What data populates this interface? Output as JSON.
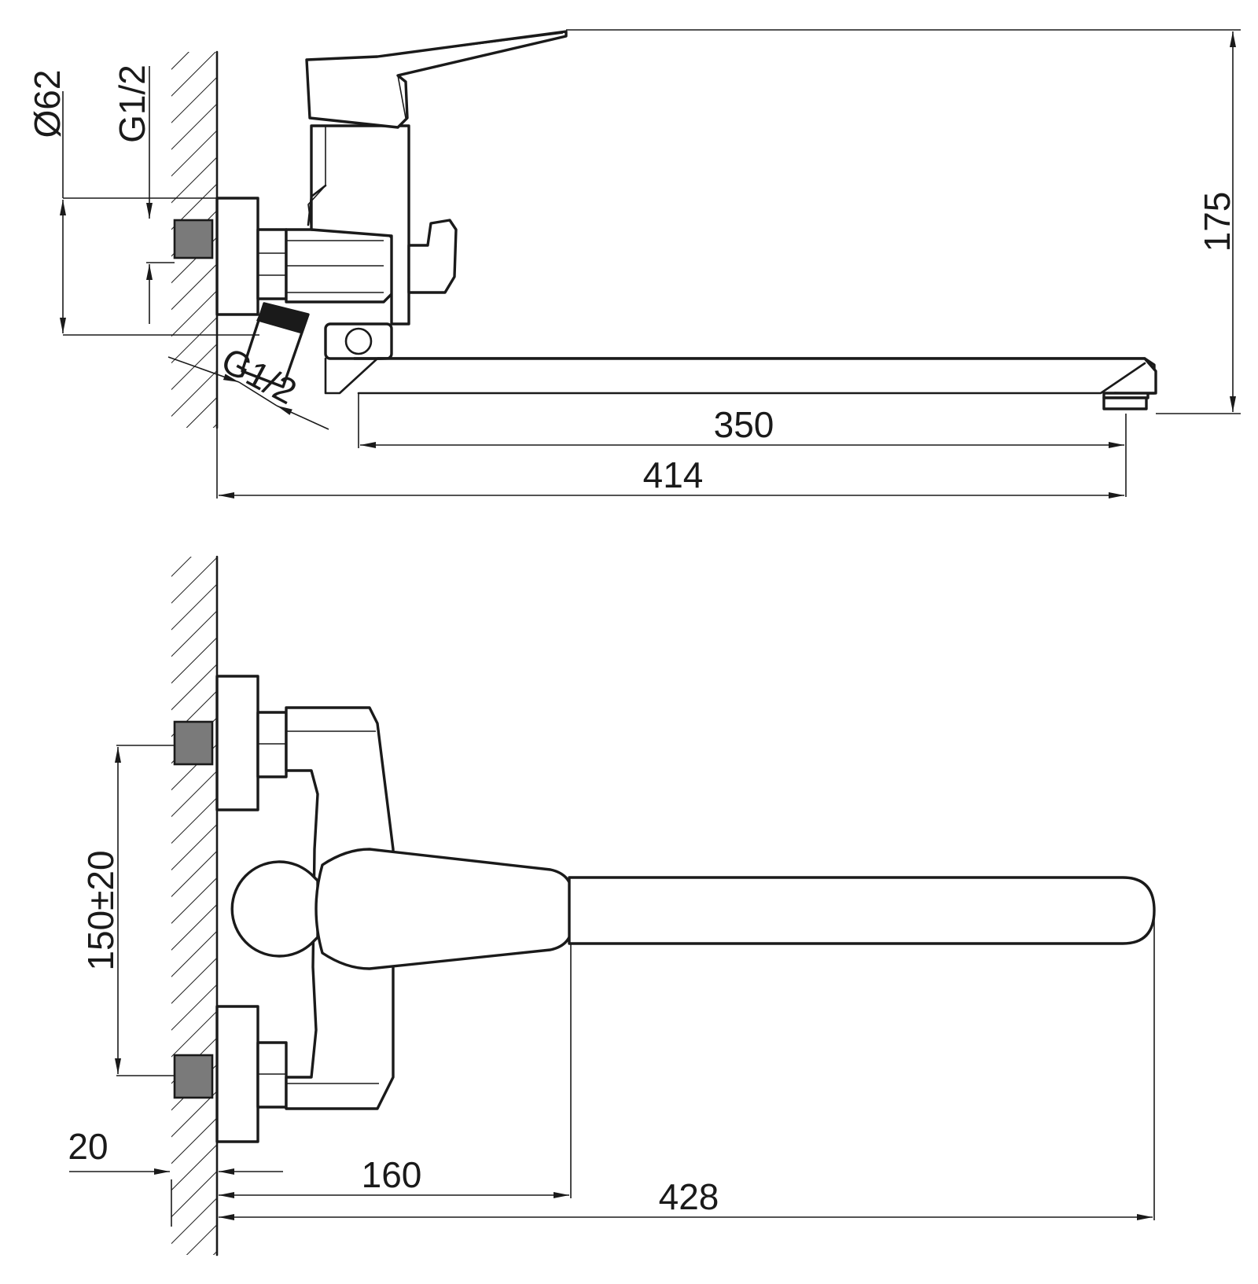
{
  "dimensions": {
    "pipe_diameter": "Ø62",
    "inlet_thread_top": "G1/2",
    "inlet_thread_angled": "G1/2",
    "height": "175",
    "spout_reach": "350",
    "total_projection_side": "414",
    "inlet_spacing": "150±20",
    "wall_depth": "20",
    "handle_offset": "160",
    "total_projection_top": "428"
  },
  "colors": {
    "line": "#1a1a1a",
    "fill_grey": "#7a7a7a",
    "background": "#ffffff"
  }
}
